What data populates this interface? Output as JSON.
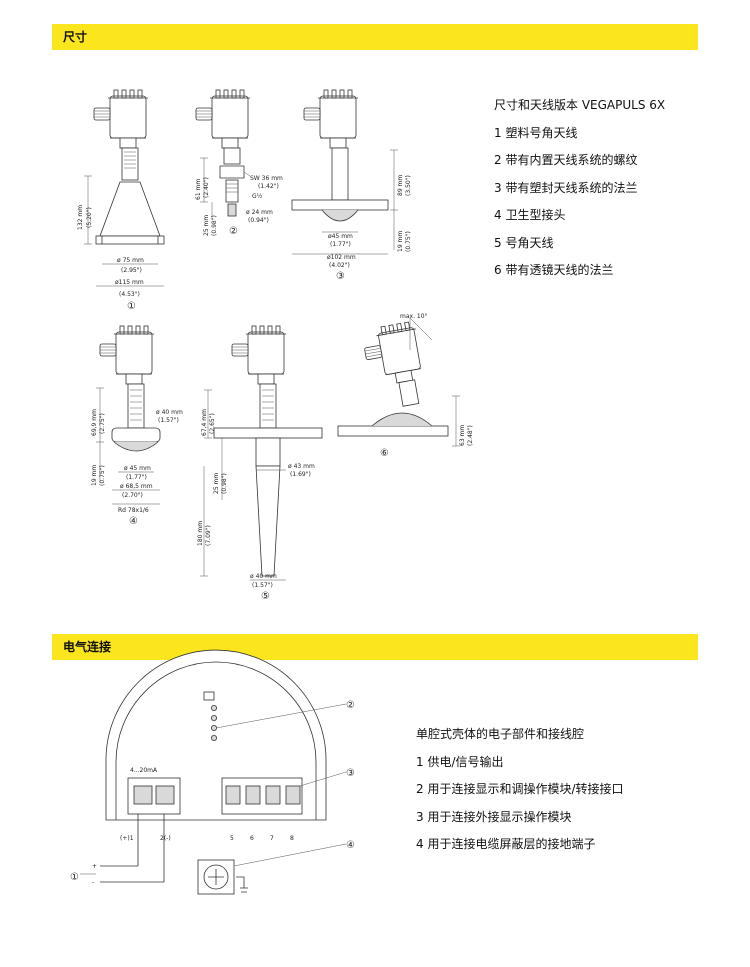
{
  "section1": {
    "title": "尺寸",
    "legend_title": "尺寸和天线版本 VEGAPULS 6X",
    "legend": [
      "1 塑料号角天线",
      "2 带有内置天线系统的螺纹",
      "3 带有塑封天线系统的法兰",
      "4 卫生型接头",
      "5 号角天线",
      "6 带有透镜天线的法兰"
    ]
  },
  "section2": {
    "title": "电气连接",
    "legend_title": "单腔式壳体的电子部件和接线腔",
    "legend": [
      "1 供电/信号输出",
      "2 用于连接显示和调操作模块/转接接口",
      "3 用于连接外接显示操作模块",
      "4 用于连接电缆屏蔽层的接地端子"
    ]
  },
  "drawings": {
    "d1": {
      "label": "①",
      "dims": [
        "132 mm",
        "(5.20\")",
        "ø 75 mm",
        "(2.95\")",
        "ø115 mm",
        "(4.53\")"
      ]
    },
    "d2": {
      "label": "②",
      "dims": [
        "SW 36 mm",
        "(1.42\")",
        "G½",
        "61 mm",
        "(2.40\")",
        "25 mm",
        "(0.98\")",
        "ø 24 mm",
        "(0.94\")"
      ]
    },
    "d3": {
      "label": "③",
      "dims": [
        "89 mm",
        "(3.50\")",
        "19 mm",
        "(0.75\")",
        "ø45 mm",
        "(1.77\")",
        "ø102 mm",
        "(4.02\")"
      ]
    },
    "d4": {
      "label": "④",
      "dims": [
        "69,9 mm",
        "(2.75\")",
        "ø 40 mm",
        "(1.57\")",
        "19 mm",
        "(0.75\")",
        "ø 45 mm",
        "(1.77\")",
        "ø 68,5 mm",
        "(2.70\")",
        "Rd 78x1/6"
      ]
    },
    "d5": {
      "label": "⑤",
      "dims": [
        "67,4 mm",
        "(2.65\")",
        "25 mm",
        "(0.98\")",
        "ø 43 mm",
        "(1.69\")",
        "180 mm",
        "(7.09\")",
        "ø 40 mm",
        "(1.57\")"
      ]
    },
    "d6": {
      "label": "⑥",
      "dims": [
        "max. 10°",
        "63 mm",
        "(2.48\")"
      ]
    }
  },
  "wiring": {
    "current_label": "4...20mA",
    "plus_term": "(+)1",
    "minus_term": "2(-)",
    "terminals": [
      "5",
      "6",
      "7",
      "8"
    ],
    "callouts": [
      "①",
      "②",
      "③",
      "④"
    ],
    "plus_sign": "+",
    "minus_sign": "-"
  }
}
